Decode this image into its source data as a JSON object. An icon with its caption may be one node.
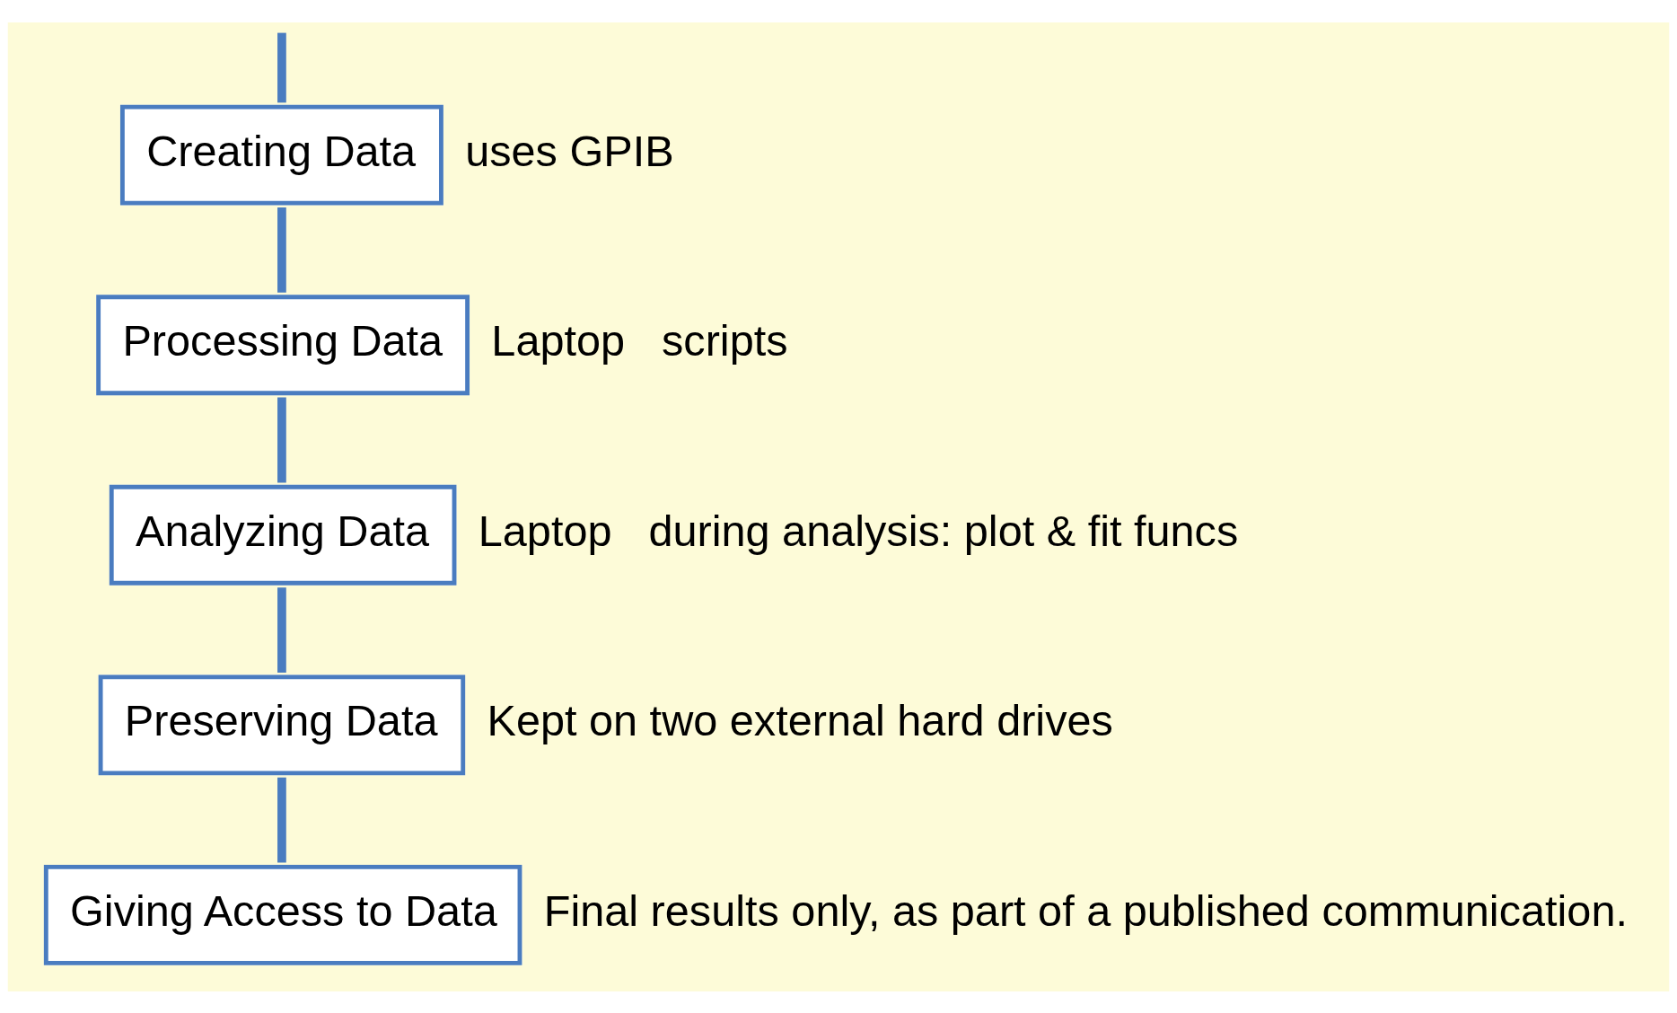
{
  "diagram": {
    "nodes": [
      {
        "text": [
          "Creating Data"
        ],
        "beside": [
          "uses GPIB"
        ]
      },
      {
        "text": [
          "Processing Data"
        ],
        "beside": [
          "Laptop",
          "scripts"
        ]
      },
      {
        "text": [
          "Analyzing Data"
        ],
        "beside": [
          "Laptop",
          "during analysis: plot & fit funcs"
        ]
      },
      {
        "text": [
          "Preserving Data"
        ],
        "beside": [
          "Kept on two external hard drives"
        ]
      },
      {
        "text": [
          "Giving Access to Data"
        ],
        "beside": [
          "Final results only, as part of a published communication."
        ]
      }
    ],
    "edges": [
      {
        "from": null,
        "to": 0,
        "arrow": "none"
      },
      {
        "from": 0,
        "to": 1,
        "arrow": "none"
      },
      {
        "from": 1,
        "to": 2,
        "arrow": "none"
      },
      {
        "from": 2,
        "to": 3,
        "arrow": "none"
      },
      {
        "from": 3,
        "to": 4,
        "arrow": "none"
      }
    ]
  }
}
